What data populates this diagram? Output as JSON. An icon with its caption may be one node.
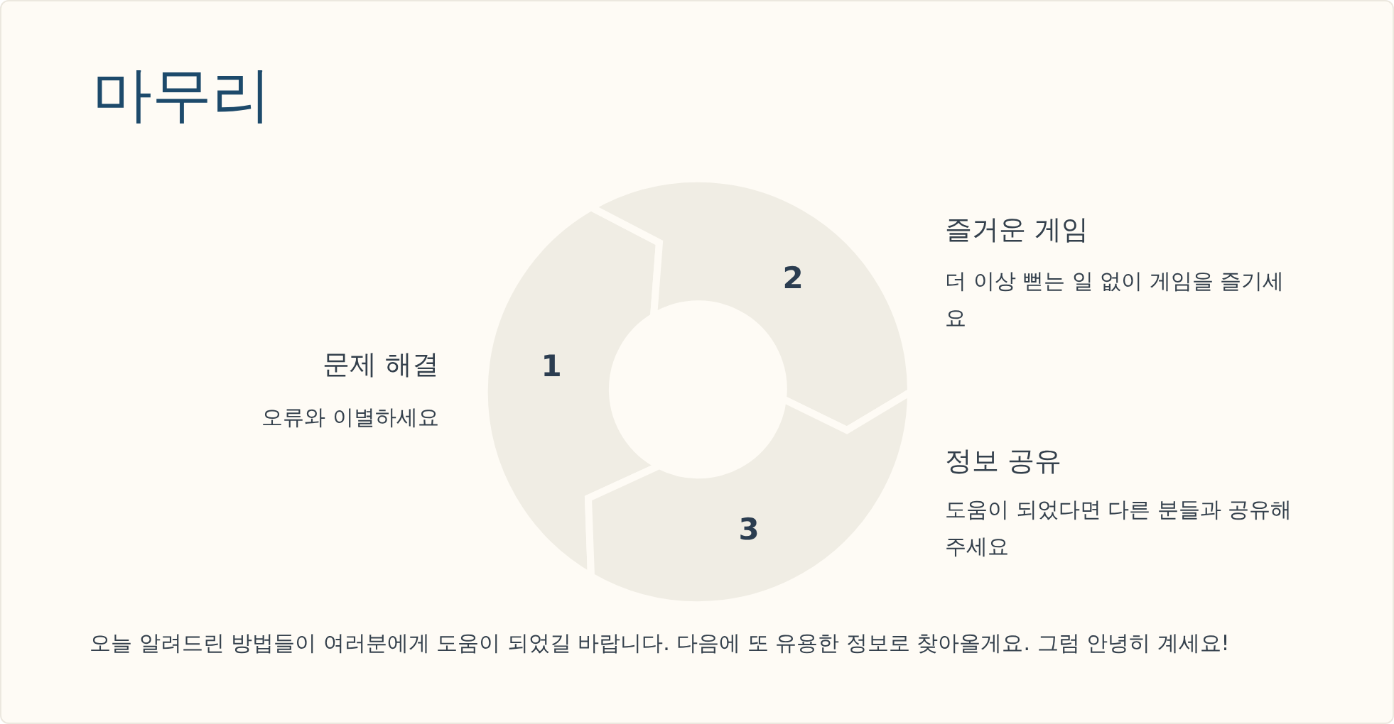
{
  "diagram": {
    "title": "마무리",
    "caption": "오늘 알려드린 방법들이 여러분에게 도움이 되었길 바랍니다. 다음에 또 유용한 정보로 찾아올게요. 그럼 안녕히 계세요!",
    "nodes": [
      {
        "text": [
          "1"
        ],
        "beside": [
          "문제 해결",
          "오류와 이별하세요"
        ]
      },
      {
        "text": [
          "2"
        ],
        "beside": [
          "즐거운 게임",
          "더 이상 뻗는 일 없이 게임을 즐기세요"
        ]
      },
      {
        "text": [
          "3"
        ],
        "beside": [
          "정보 공유",
          "도움이 되었다면 다른 분들과 공유해 주세요"
        ]
      }
    ]
  }
}
